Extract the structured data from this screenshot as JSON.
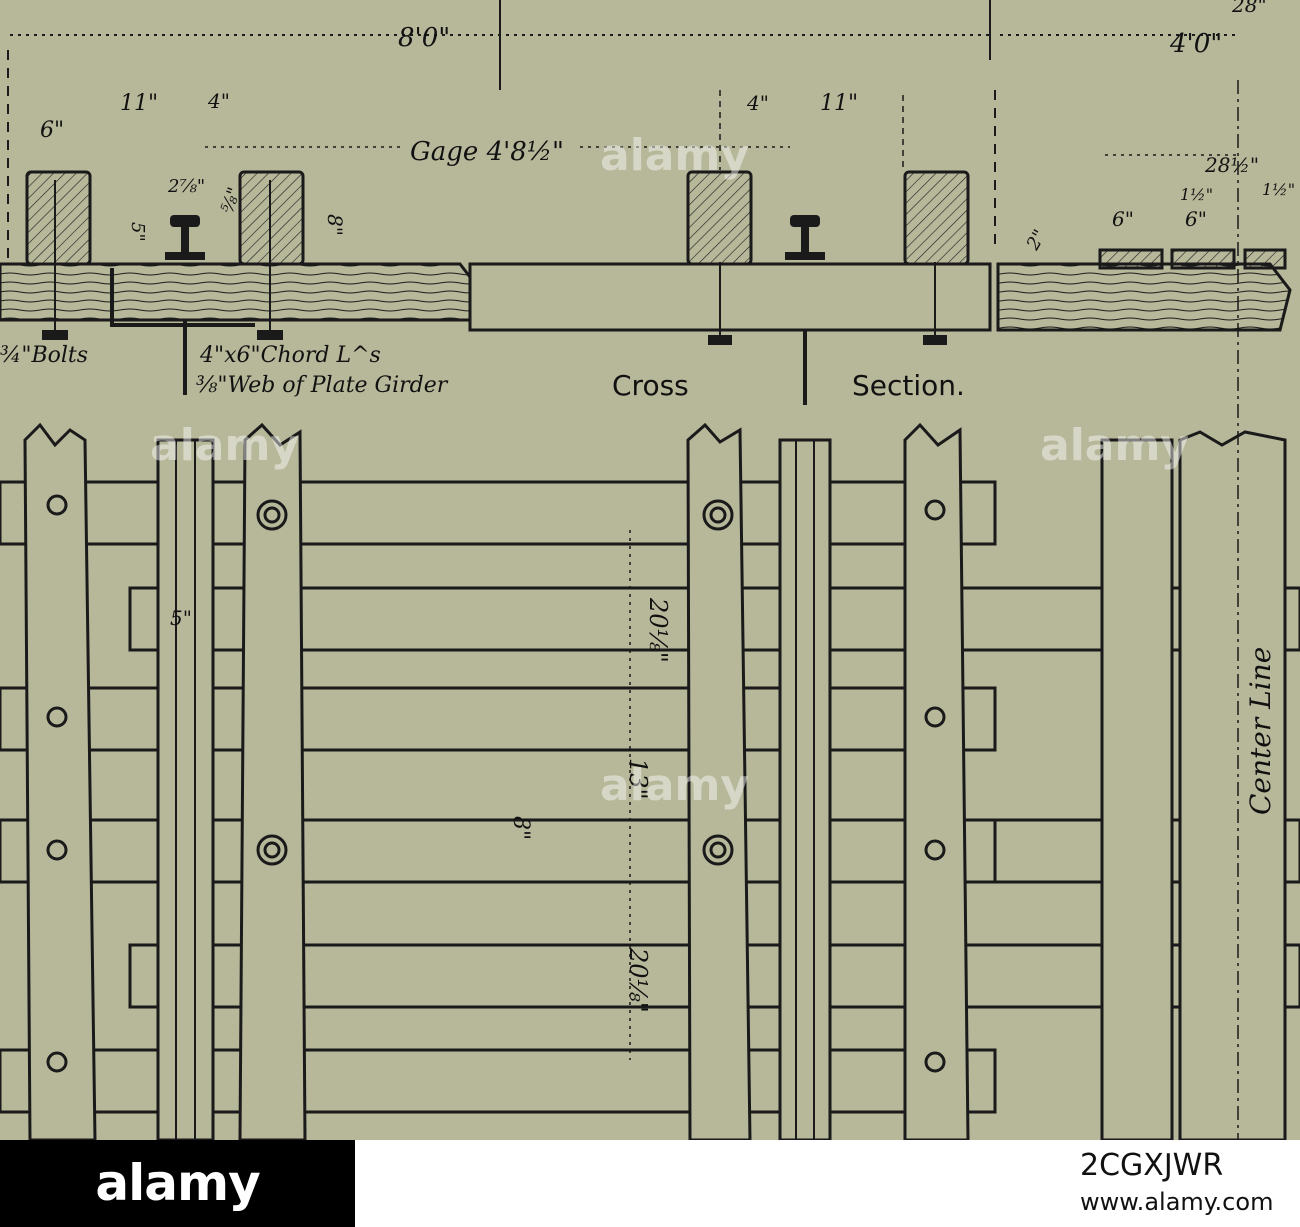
{
  "dimensions": {
    "top_left_span": "8'0\"",
    "top_right_span": "4'0\"",
    "top_right_small": "28\"",
    "eleven_left": "11\"",
    "four_left": "4\"",
    "six_left": "6\"",
    "gage": "Gage 4'8½\"",
    "four_right": "4\"",
    "eleven_right": "11\"",
    "two_seven_eighths": "2⅞\"",
    "five_eighths": "⅝\"",
    "eight_vertical": "8\"",
    "five_vertical": "5\"",
    "six_vertical": "6\"",
    "guard_28_half": "28½\"",
    "guard_one_half_a": "1½\"",
    "guard_one_half_b": "1½\"",
    "guard_six_a": "6\"",
    "guard_six_b": "6\"",
    "two_inch": "2\"",
    "plan_five": "5\"",
    "plan_twenty_top": "20⅛\"",
    "plan_thirteen": "13\"",
    "plan_eight": "8\"",
    "plan_twenty_bottom": "20⅛\""
  },
  "labels": {
    "bolts": "¾\"Bolts",
    "chord": "4\"x6\"Chord L^s",
    "web": "⅜\"Web of Plate Girder",
    "cross": "Cross",
    "section": "Section.",
    "center_line": "Center Line"
  },
  "watermark": {
    "logo": "alamy",
    "image_id": "2CGXJWR",
    "url": "www.alamy.com"
  }
}
